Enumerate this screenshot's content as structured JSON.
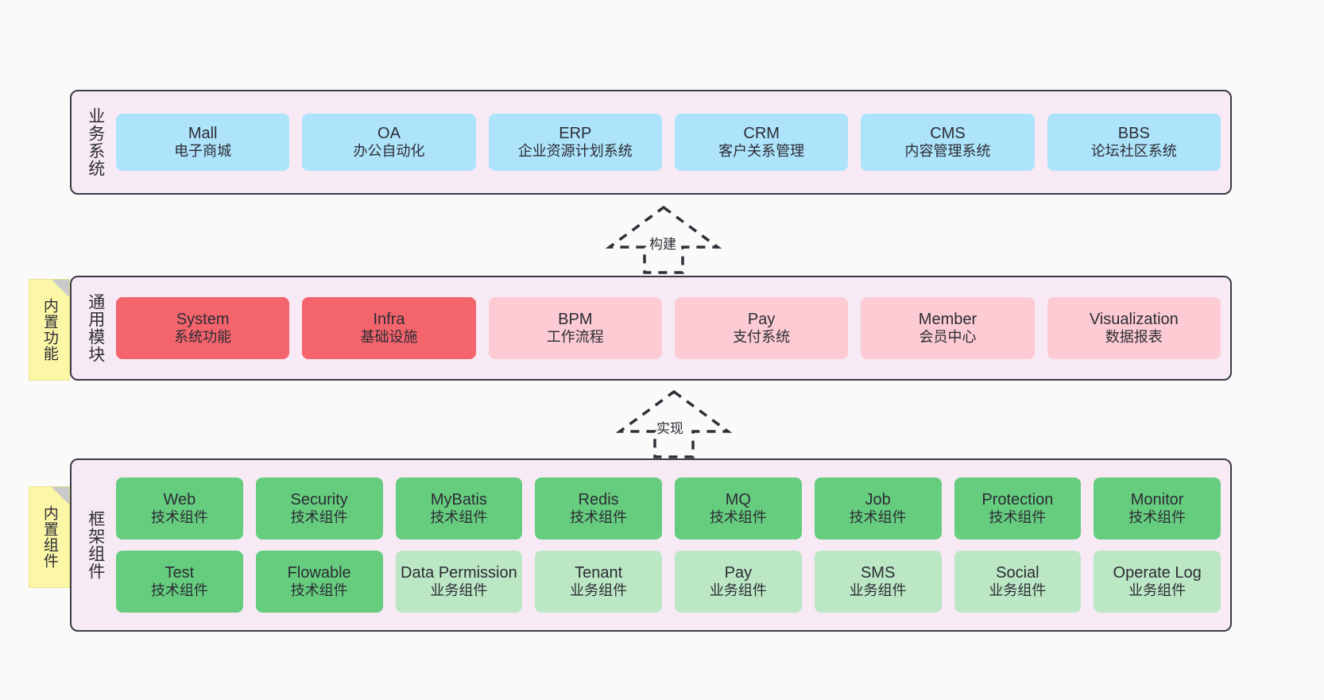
{
  "diagram": {
    "background": "#fafafa",
    "container_fill": "#f7eaf5",
    "container_border": "#3b3b45",
    "note_fill": "#fbf7a6",
    "colors": {
      "blue": "#ade4fb",
      "red": "#f4646d",
      "pink_light": "#fccbd3",
      "green": "#66cd7f",
      "green_light": "#bbe7c4"
    }
  },
  "notes": {
    "functions": "内置功能",
    "components": "内置组件"
  },
  "connectors": {
    "build": {
      "label": "构建",
      "style": "dashed-generalization-up"
    },
    "implement": {
      "label": "实现",
      "style": "dashed-generalization-up"
    }
  },
  "layers": {
    "business": {
      "title": "业务系统",
      "rows": [
        [
          {
            "en": "Mall",
            "cn": "电子商城",
            "color": "blue"
          },
          {
            "en": "OA",
            "cn": "办公自动化",
            "color": "blue"
          },
          {
            "en": "ERP",
            "cn": "企业资源计划系统",
            "color": "blue"
          },
          {
            "en": "CRM",
            "cn": "客户关系管理",
            "color": "blue"
          },
          {
            "en": "CMS",
            "cn": "内容管理系统",
            "color": "blue"
          },
          {
            "en": "BBS",
            "cn": "论坛社区系统",
            "color": "blue"
          }
        ]
      ]
    },
    "module": {
      "title": "通用模块",
      "rows": [
        [
          {
            "en": "System",
            "cn": "系统功能",
            "color": "red"
          },
          {
            "en": "Infra",
            "cn": "基础设施",
            "color": "red"
          },
          {
            "en": "BPM",
            "cn": "工作流程",
            "color": "pink_light"
          },
          {
            "en": "Pay",
            "cn": "支付系统",
            "color": "pink_light"
          },
          {
            "en": "Member",
            "cn": "会员中心",
            "color": "pink_light"
          },
          {
            "en": "Visualization",
            "cn": "数据报表",
            "color": "pink_light"
          }
        ]
      ]
    },
    "framework": {
      "title": "框架组件",
      "rows": [
        [
          {
            "en": "Web",
            "cn": "技术组件",
            "color": "green"
          },
          {
            "en": "Security",
            "cn": "技术组件",
            "color": "green"
          },
          {
            "en": "MyBatis",
            "cn": "技术组件",
            "color": "green"
          },
          {
            "en": "Redis",
            "cn": "技术组件",
            "color": "green"
          },
          {
            "en": "MQ",
            "cn": "技术组件",
            "color": "green"
          },
          {
            "en": "Job",
            "cn": "技术组件",
            "color": "green"
          },
          {
            "en": "Protection",
            "cn": "技术组件",
            "color": "green"
          },
          {
            "en": "Monitor",
            "cn": "技术组件",
            "color": "green"
          }
        ],
        [
          {
            "en": "Test",
            "cn": "技术组件",
            "color": "green"
          },
          {
            "en": "Flowable",
            "cn": "技术组件",
            "color": "green"
          },
          {
            "en": "Data Permission",
            "cn": "业务组件",
            "color": "green_light"
          },
          {
            "en": "Tenant",
            "cn": "业务组件",
            "color": "green_light"
          },
          {
            "en": "Pay",
            "cn": "业务组件",
            "color": "green_light"
          },
          {
            "en": "SMS",
            "cn": "业务组件",
            "color": "green_light"
          },
          {
            "en": "Social",
            "cn": "业务组件",
            "color": "green_light"
          },
          {
            "en": "Operate Log",
            "cn": "业务组件",
            "color": "green_light"
          }
        ]
      ]
    }
  }
}
